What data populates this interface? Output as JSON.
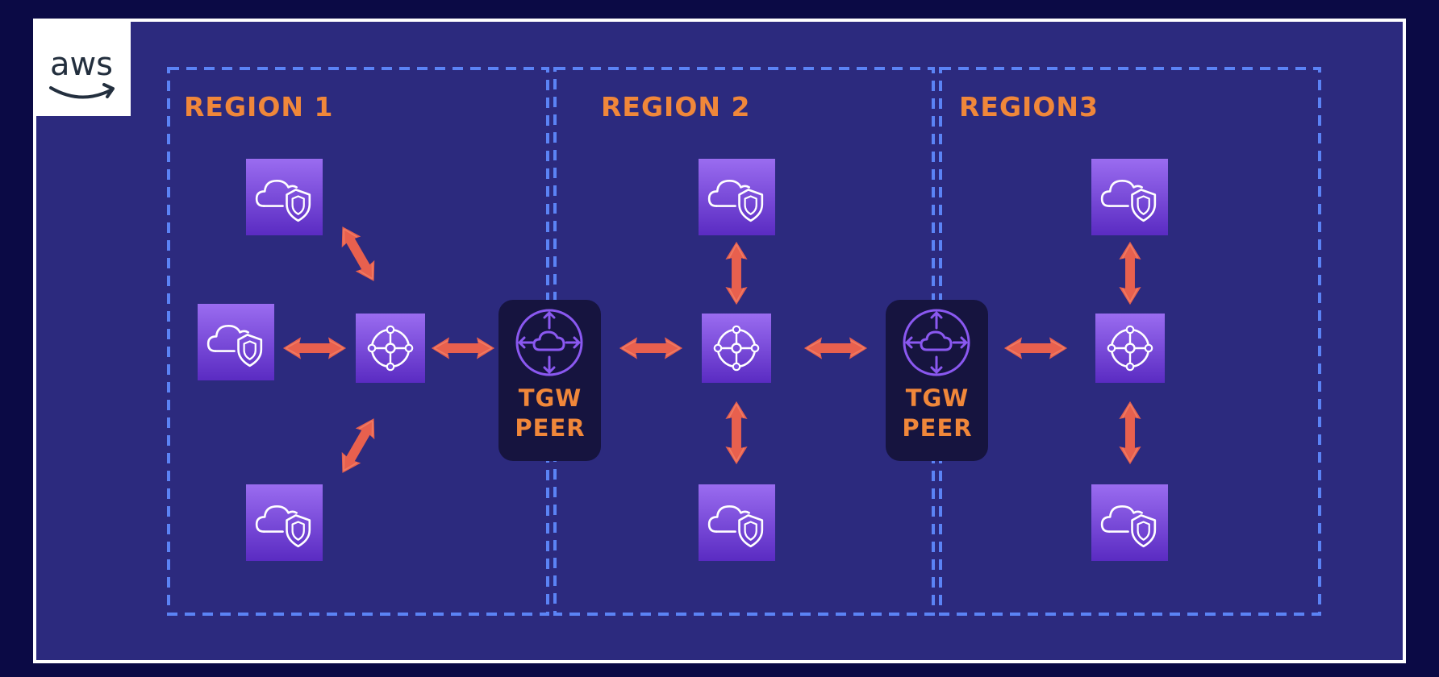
{
  "logo": {
    "text": "aws",
    "icon": "aws-logo"
  },
  "regions": [
    {
      "label": "REGION 1"
    },
    {
      "label": "REGION 2"
    },
    {
      "label": "REGION3"
    }
  ],
  "peers": [
    {
      "line1": "TGW",
      "line2": "PEER",
      "icon": "transit-gateway-icon"
    },
    {
      "line1": "TGW",
      "line2": "PEER",
      "icon": "transit-gateway-icon"
    }
  ],
  "node_icons": {
    "vpc": "cloud-shield-icon",
    "transit_gateway": "hub-icon"
  },
  "colors": {
    "background": "#0b0a45",
    "panel": "#2c2a7e",
    "dashed_border": "#5b83f5",
    "label": "#f0873a",
    "arrow": "#e8604e",
    "icon_gradient_top": "#9a6cf0",
    "icon_gradient_bottom": "#5a2bc2",
    "peer_box": "#16143f"
  }
}
